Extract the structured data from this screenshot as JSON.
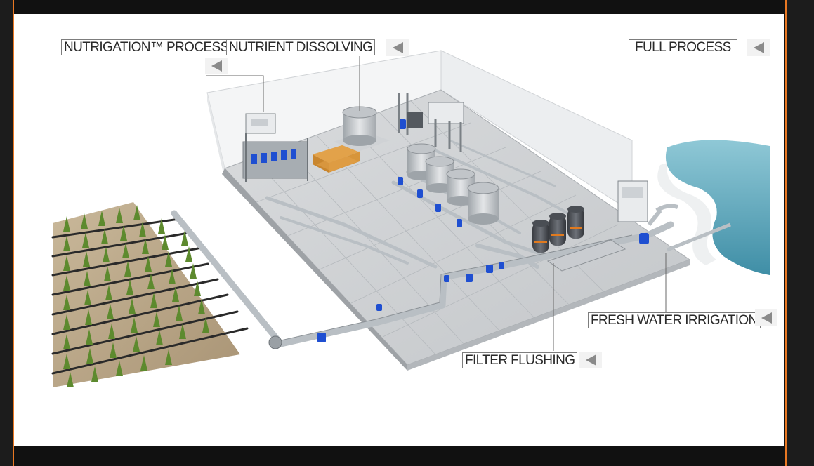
{
  "labels": {
    "nutrigation": "NUTRIGATION™ PROCESS",
    "nutrient_dissolving": "NUTRIENT DISSOLVING",
    "full_process": "FULL PROCESS",
    "fresh_water_irrigation": "FRESH WATER IRRIGATION",
    "filter_flushing": "FILTER FLUSHING"
  },
  "colors": {
    "frame_accent": "#e87722",
    "label_border": "#7d7d7d",
    "pipe": "#b9bfc4",
    "valve": "#1f4fd1",
    "water": "#5aa8bf"
  },
  "icons": {
    "arrow": "play-left-triangle"
  }
}
